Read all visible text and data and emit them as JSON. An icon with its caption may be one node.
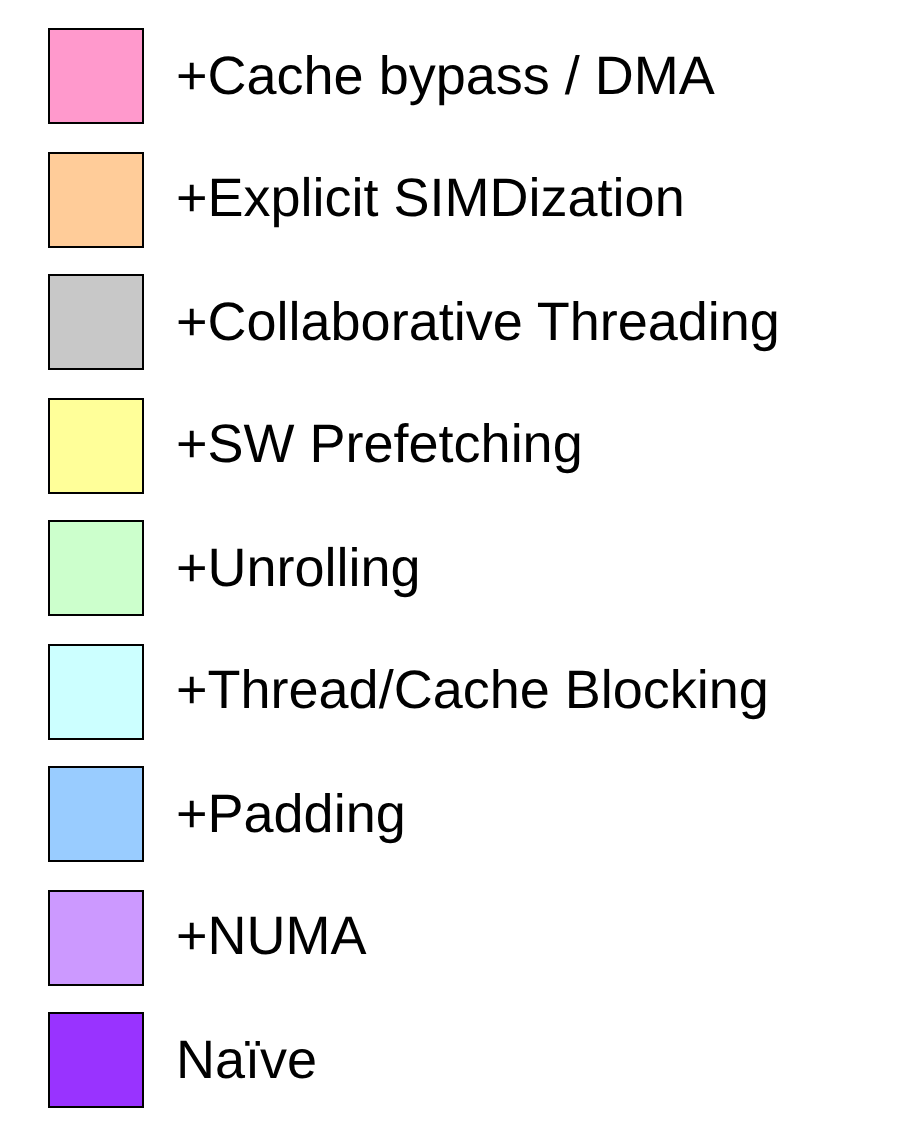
{
  "diagram": {
    "legend": [
      {
        "text": "+Cache bypass / DMA",
        "color": "#ff99cc"
      },
      {
        "text": "+Explicit SIMDization",
        "color": "#ffcc99"
      },
      {
        "text": "+Collaborative Threading",
        "color": "#c8c8c8"
      },
      {
        "text": "+SW Prefetching",
        "color": "#ffff99"
      },
      {
        "text": "+Unrolling",
        "color": "#ccffcc"
      },
      {
        "text": "+Thread/Cache Blocking",
        "color": "#ccffff"
      },
      {
        "text": "+Padding",
        "color": "#99ccff"
      },
      {
        "text": "+NUMA",
        "color": "#cc99ff"
      },
      {
        "text": "Naïve",
        "color": "#9933ff"
      }
    ]
  }
}
